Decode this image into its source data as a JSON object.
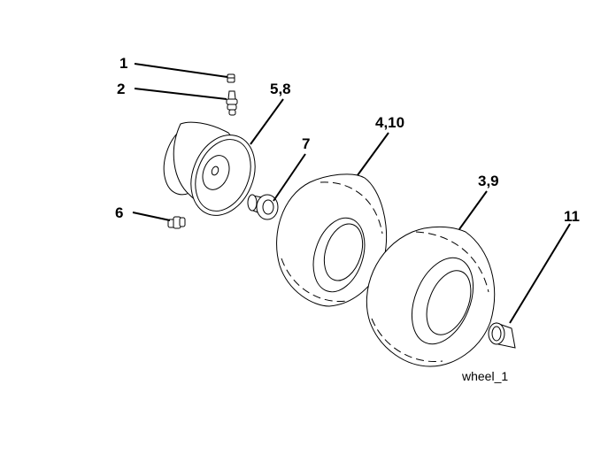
{
  "callouts": {
    "c1": "1",
    "c2": "2",
    "c58": "5,8",
    "c7": "7",
    "c410": "4,10",
    "c39": "3,9",
    "c6": "6",
    "c11": "11"
  },
  "caption": "wheel_1"
}
